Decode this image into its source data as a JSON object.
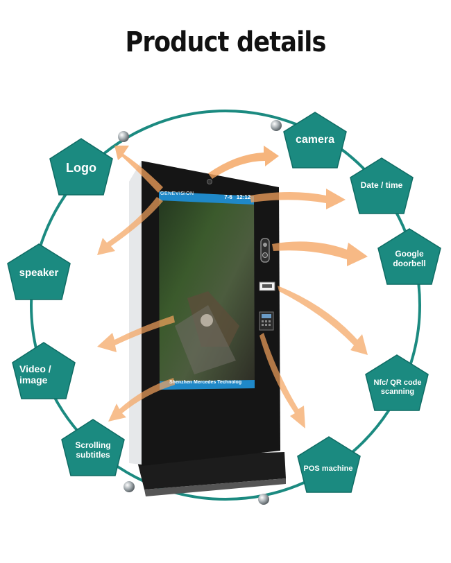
{
  "page": {
    "title": "Product details"
  },
  "kiosk": {
    "brand": "GENEVISION",
    "date": "7-6",
    "time": "12:12",
    "ticker": "Shenzhen Mercedes Technolog"
  },
  "features": {
    "logo": "Logo",
    "speaker": "speaker",
    "video": "Video /\nimage",
    "scrolling": "Scrolling\nsubtitles",
    "camera": "camera",
    "datetime": "Date / time",
    "doorbell": "Google\ndoorbell",
    "nfc": "Nfc/ QR code\nscanning",
    "pos": "POS machine"
  },
  "colors": {
    "teal": "#1b8a80",
    "teal_dark": "#0f6c64",
    "arrow": "#f28c3a"
  }
}
